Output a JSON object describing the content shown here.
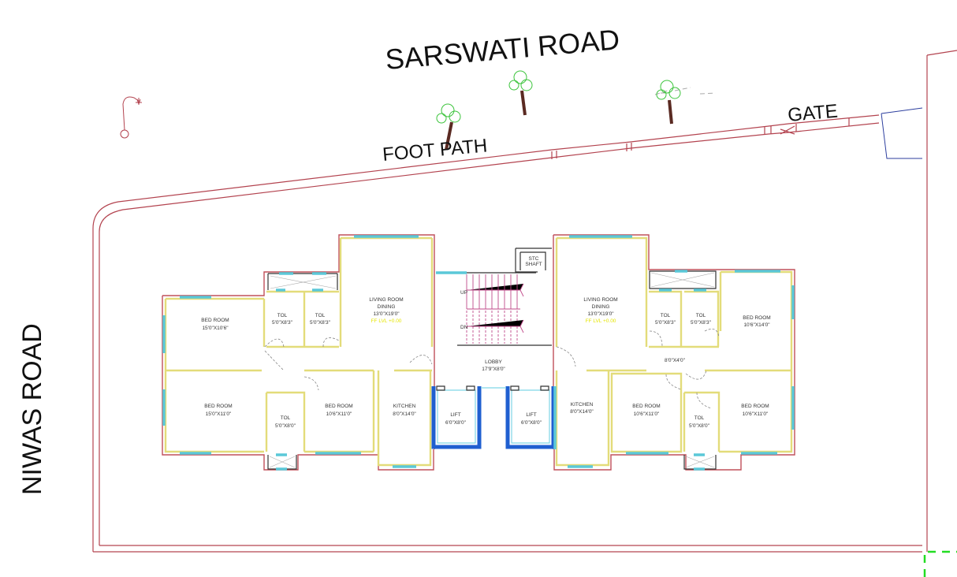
{
  "roads": {
    "north": {
      "label": "SARSWATI ROAD"
    },
    "west": {
      "label": "NIWAS ROAD"
    }
  },
  "site": {
    "foot_path_label": "FOOT PATH",
    "gate_label": "GATE",
    "tree_count": 3,
    "street_lamp_count": 1
  },
  "colors": {
    "site_boundary": "#b3434f",
    "outer_wall": "#c0505a",
    "inner_wall": "#e3dc7a",
    "window": "#5bc8d8",
    "lift": "#1f5fd0",
    "stair": "#c04a8a",
    "tree_canopy": "#3cc43c",
    "tree_trunk": "#5a2a22",
    "gate_marker": "#2c3e9e",
    "survey_marker": "#22dd22"
  },
  "rooms": {
    "left_bed_top": {
      "name": "BED ROOM",
      "size": "15'0\"X10'6\""
    },
    "left_tol_1": {
      "name": "TOL",
      "size": "5'0\"X8'3\""
    },
    "left_tol_2": {
      "name": "TOL",
      "size": "5'0\"X8'3\""
    },
    "left_living": {
      "name": "LIVING ROOM",
      "name2": "DINING",
      "size": "13'0\"X19'0\"",
      "ff": "FF LVL +0.00"
    },
    "left_bed_bottom": {
      "name": "BED ROOM",
      "size": "15'0\"X11'0\""
    },
    "left_tol_3": {
      "name": "TOL",
      "size": "5'0\"X8'0\""
    },
    "left_bed_mid": {
      "name": "BED ROOM",
      "size": "10'6\"X11'0\""
    },
    "left_kitchen": {
      "name": "KITCHEN",
      "size": "8'0\"X14'0\""
    },
    "lobby": {
      "name": "LOBBY",
      "size": "17'9\"X8'0\""
    },
    "lift_1": {
      "name": "LIFT",
      "size": "6'0\"X8'0\""
    },
    "lift_2": {
      "name": "LIFT",
      "size": "6'0\"X8'0\""
    },
    "stair_up": {
      "name": "UP"
    },
    "stair_dn": {
      "name": "DN"
    },
    "stc": {
      "name": "STC",
      "name2": "SHAFT"
    },
    "right_living": {
      "name": "LIVING ROOM",
      "name2": "DINING",
      "size": "13'0\"X19'0\"",
      "ff": "FF LVL +0.00"
    },
    "right_tol_1": {
      "name": "TOL",
      "size": "5'0\"X8'3\""
    },
    "right_tol_2": {
      "name": "TOL",
      "size": "5'0\"X8'3\""
    },
    "right_bed_top": {
      "name": "BED ROOM",
      "size": "10'6\"X14'0\""
    },
    "right_passage": {
      "size": "8'0\"X4'0\""
    },
    "right_kitchen": {
      "name": "KITCHEN",
      "size": "8'0\"X14'0\""
    },
    "right_bed_mid": {
      "name": "BED ROOM",
      "size": "10'6\"X11'0\""
    },
    "right_tol_3": {
      "name": "TOL",
      "size": "5'0\"X8'0\""
    },
    "right_bed_bottom": {
      "name": "BED ROOM",
      "size": "10'6\"X11'0\""
    }
  }
}
